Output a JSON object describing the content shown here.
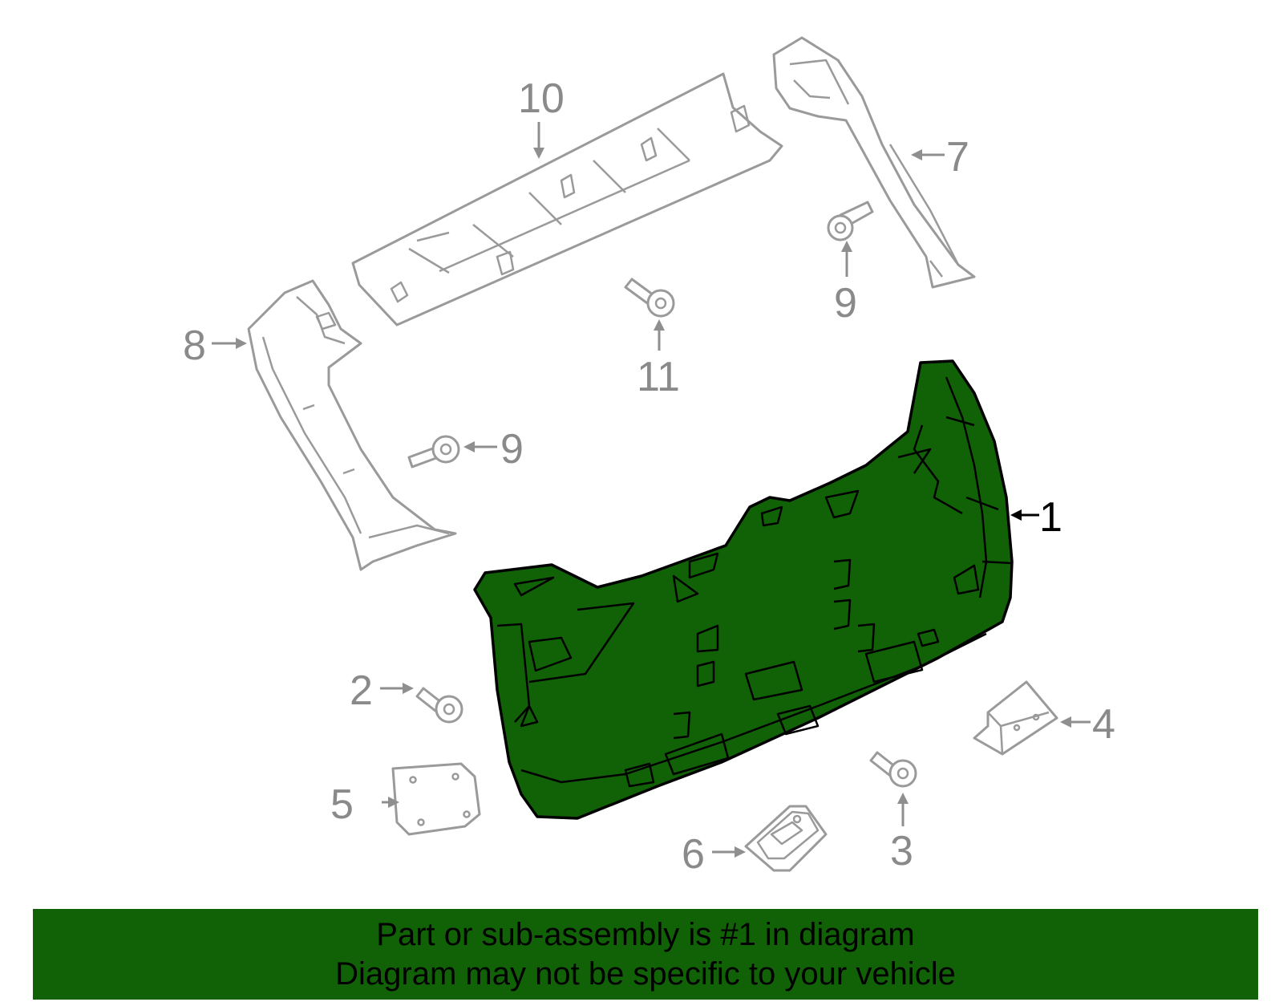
{
  "diagram": {
    "callouts": {
      "c1": "1",
      "c2": "2",
      "c3": "3",
      "c4": "4",
      "c5": "5",
      "c6": "6",
      "c7": "7",
      "c8": "8",
      "c9a": "9",
      "c9b": "9",
      "c10": "10",
      "c11": "11"
    },
    "highlight_color": "#116207",
    "outline_color": "#9a9a9a"
  },
  "banner": {
    "line1": "Part or sub-assembly is #1 in diagram",
    "line2": "Diagram may not be specific to your vehicle",
    "background": "#116207"
  }
}
